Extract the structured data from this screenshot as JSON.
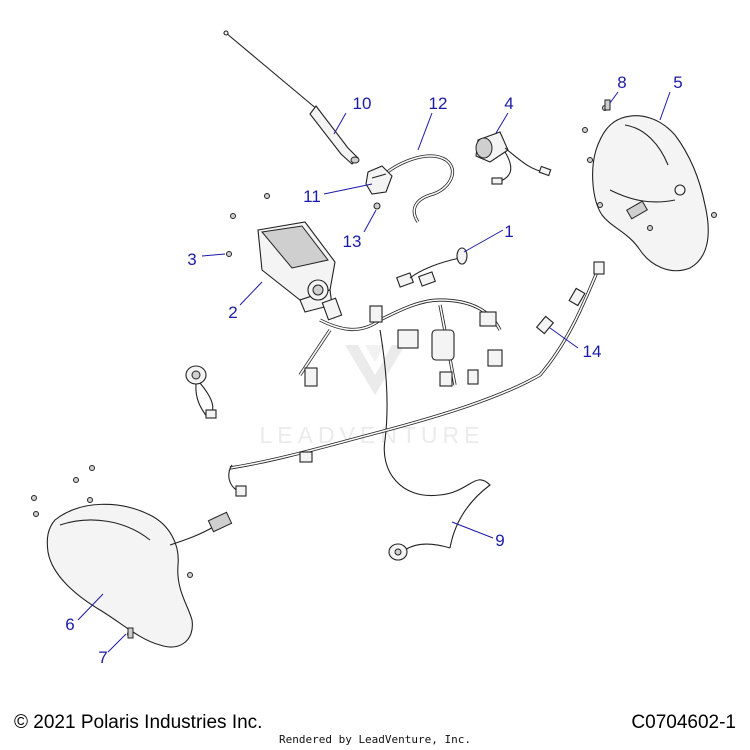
{
  "diagram": {
    "callouts": [
      {
        "id": "callout-1",
        "label": "1"
      },
      {
        "id": "callout-2",
        "label": "2"
      },
      {
        "id": "callout-3",
        "label": "3"
      },
      {
        "id": "callout-4",
        "label": "4"
      },
      {
        "id": "callout-5",
        "label": "5"
      },
      {
        "id": "callout-6",
        "label": "6"
      },
      {
        "id": "callout-7",
        "label": "7"
      },
      {
        "id": "callout-8",
        "label": "8"
      },
      {
        "id": "callout-9",
        "label": "9"
      },
      {
        "id": "callout-10",
        "label": "10"
      },
      {
        "id": "callout-11",
        "label": "11"
      },
      {
        "id": "callout-12",
        "label": "12"
      },
      {
        "id": "callout-13",
        "label": "13"
      },
      {
        "id": "callout-14",
        "label": "14"
      }
    ],
    "watermark": "LEADVENTURE"
  },
  "footer": {
    "copyright": "© 2021 Polaris Industries Inc.",
    "doc_number": "C0704602-1",
    "rendered_by": "Rendered by LeadVenture, Inc."
  },
  "colors": {
    "callout": "#1a1aa8",
    "line_art": "#222222",
    "watermark": "#d8d8d8"
  }
}
